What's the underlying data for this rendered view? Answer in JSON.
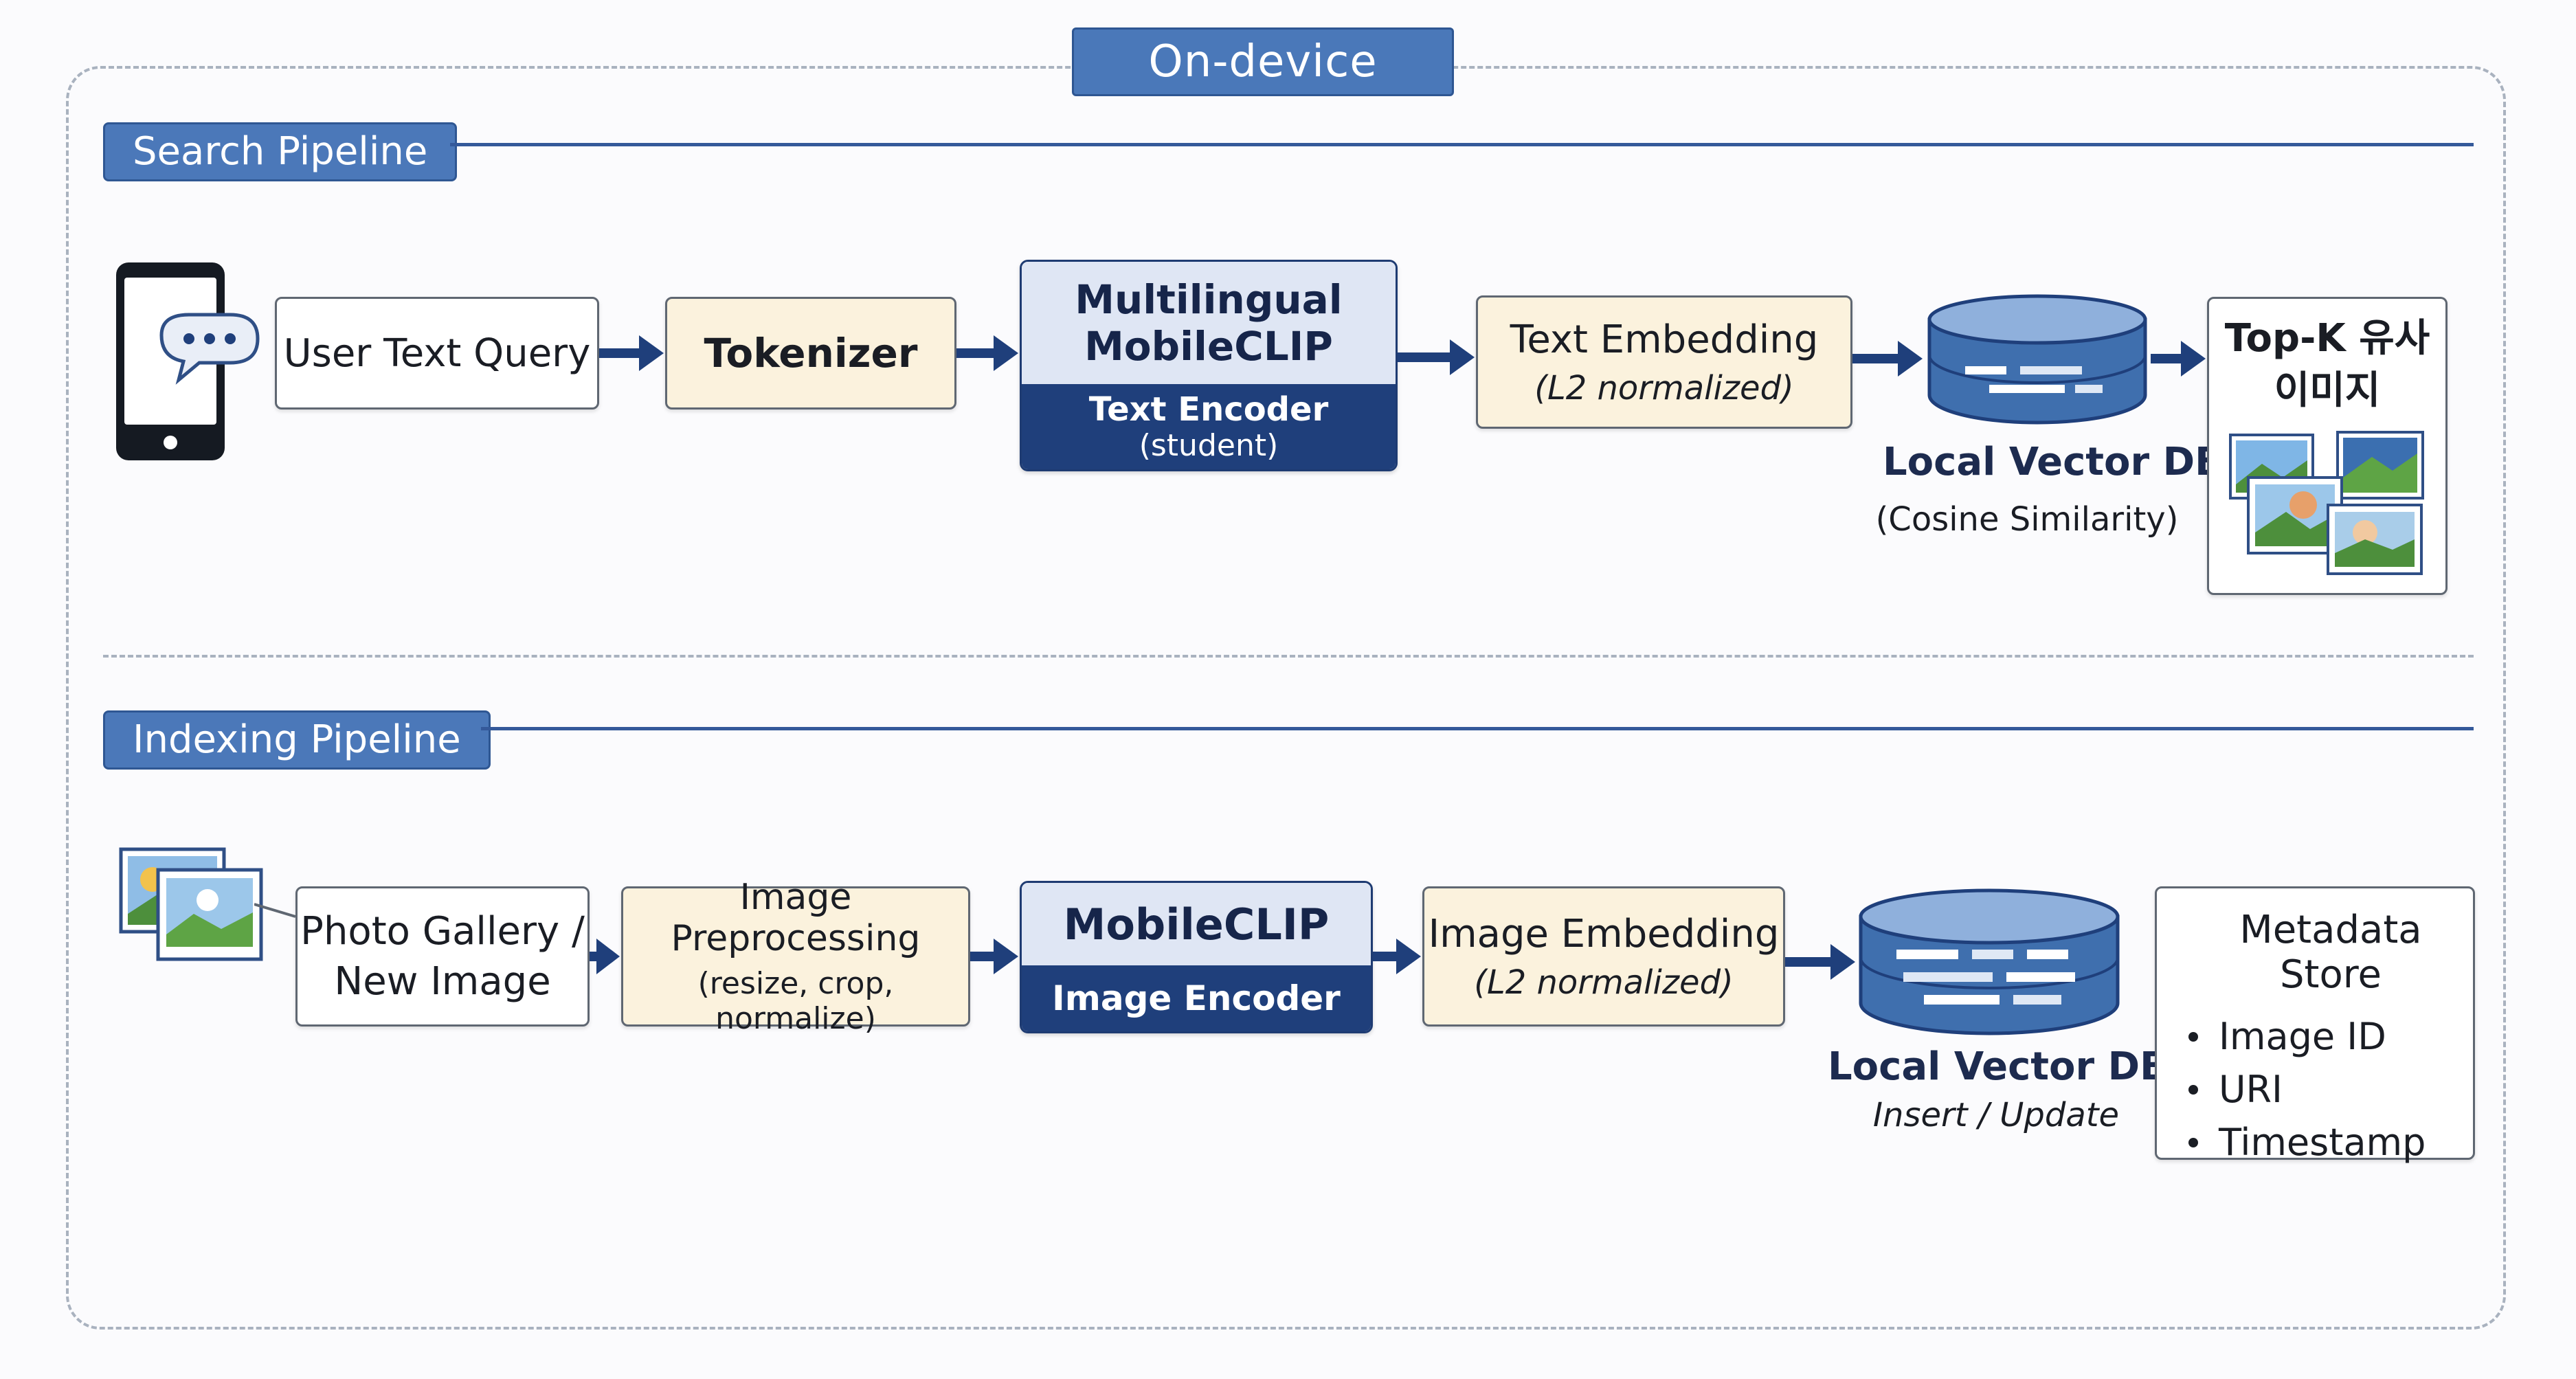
{
  "title": "On-device",
  "search_pipeline": {
    "label": "Search Pipeline",
    "query": "User Text Query",
    "tokenizer": "Tokenizer",
    "model_line1": "Multilingual",
    "model_line2": "MobileCLIP",
    "encoder": "Text Encoder",
    "encoder_sub": "(student)",
    "embedding": "Text Embedding",
    "embedding_sub": "(L2 normalized)",
    "db_label": "Local Vector DB",
    "db_sub": "(Cosine Similarity)",
    "result_line1": "Top-K 유사",
    "result_line2": "이미지"
  },
  "indexing_pipeline": {
    "label": "Indexing Pipeline",
    "source_line1": "Photo Gallery /",
    "source_line2": "New Image",
    "preprocess": "Image Preprocessing",
    "preprocess_sub": "(resize, crop, normalize)",
    "model": "MobileCLIP",
    "encoder": "Image Encoder",
    "embedding": "Image Embedding",
    "embedding_sub": "(L2 normalized)",
    "db_label": "Local Vector DB",
    "db_sub": "Insert / Update",
    "metadata_title": "Metadata Store",
    "metadata_items": [
      "Image ID",
      "URI",
      "Timestamp"
    ]
  },
  "colors": {
    "pill_blue": "#4a78b9",
    "encoder_navy": "#1f3f7b",
    "encoder_light": "#dfe6f4",
    "cream": "#fbf2dd",
    "arrow": "#1f3f7b",
    "db_blue": "#3f6fae"
  },
  "icons": [
    "smartphone-chat-icon",
    "database-icon",
    "image-stack-icon",
    "photo-stack-icon"
  ]
}
